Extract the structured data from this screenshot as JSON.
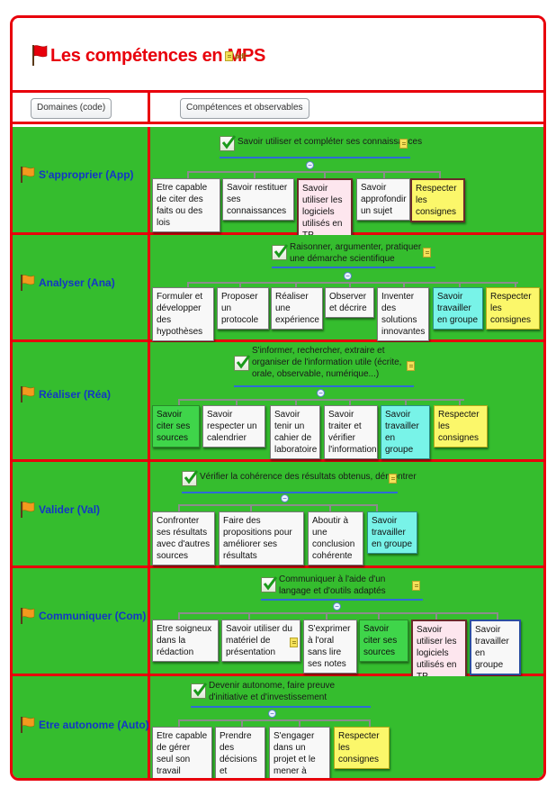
{
  "title": "Les compétences en MPS",
  "title_pdf": "pdf",
  "headers": {
    "domains": "Domaines (code)",
    "competences": "Compétences et observables"
  },
  "colors": {
    "frame": "#e8000b",
    "row_bg": "#35bd2e",
    "domain_text": "#1336c6",
    "title_text": "#e8000b"
  },
  "rows": [
    {
      "domain": "S'approprier (App)",
      "root": "Savoir utiliser et compléter ses connaissances",
      "items": [
        "Etre capable de citer des faits ou des lois",
        "Savoir restituer ses connaissances",
        "Savoir utiliser les logiciels utilisés en TP",
        "Savoir approfondir un sujet",
        "Respecter les consignes"
      ]
    },
    {
      "domain": "Analyser (Ana)",
      "root": "Raisonner, argumenter, pratiquer une démarche scientifique",
      "items": [
        "Formuler et développer des hypothèses",
        "Proposer un protocole",
        "Réaliser une expérience",
        "Observer et décrire",
        "Inventer des solutions innovantes",
        "Savoir travailler en groupe",
        "Respecter les consignes"
      ]
    },
    {
      "domain": "Réaliser (Réa)",
      "root": "S'informer, rechercher, extraire et organiser de l'information utile (écrite, orale, observable, numérique...)",
      "items": [
        "Savoir citer ses sources",
        "Savoir respecter un calendrier",
        "Savoir tenir un cahier de laboratoire",
        "Savoir traiter et vérifier l'information",
        "Savoir travailler en groupe",
        "Respecter les consignes"
      ]
    },
    {
      "domain": "Valider (Val)",
      "root": "Vérifier la cohérence des résultats obtenus, démontrer",
      "items": [
        "Confronter ses résultats avec d'autres sources",
        "Faire des propositions pour améliorer ses résultats",
        "Aboutir à une conclusion cohérente",
        "Savoir travailler en groupe"
      ]
    },
    {
      "domain": "Communiquer (Com)",
      "root": "Communiquer à l'aide d'un langage et d'outils adaptés",
      "items": [
        "Etre soigneux dans la rédaction",
        "Savoir utiliser du matériel de présentation",
        "S'exprimer à l'oral sans lire ses notes",
        "Savoir citer ses sources",
        "Savoir utiliser les logiciels utilisés en TP",
        "Savoir travailler en groupe"
      ]
    },
    {
      "domain": "Etre autonome (Auto)",
      "root": "Devenir autonome, faire preuve d'initiative et d'investissement",
      "items": [
        "Etre capable de gérer seul son travail",
        "Prendre des décisions et anticiper",
        "S'engager dans un projet et le mener à terme",
        "Respecter les consignes"
      ]
    }
  ]
}
